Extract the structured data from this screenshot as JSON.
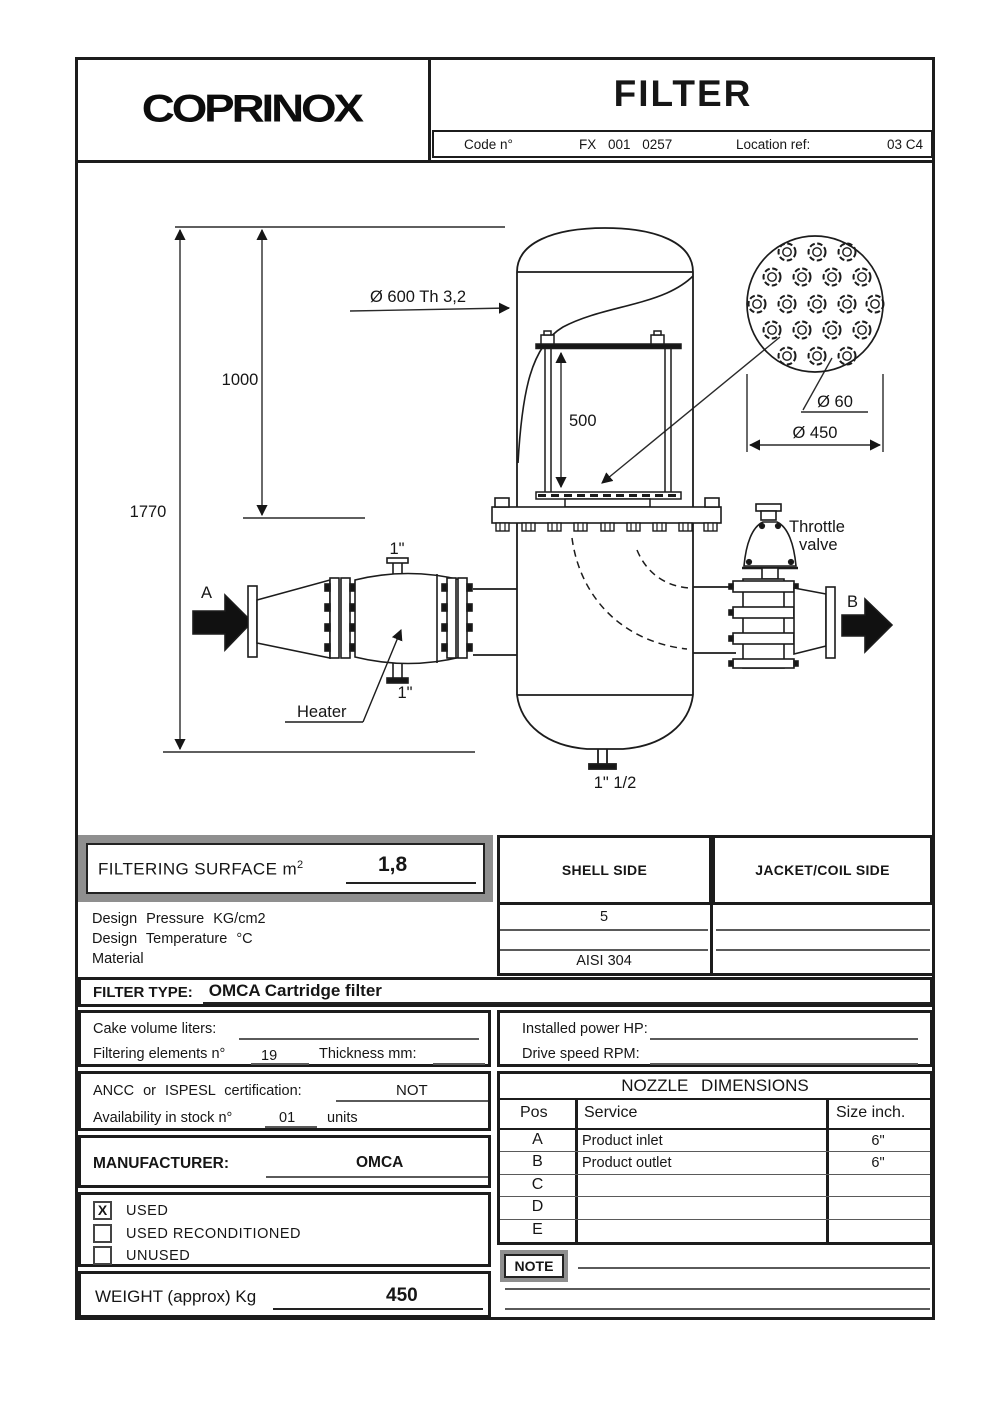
{
  "header": {
    "logo": "COPRINOX",
    "title": "FILTER",
    "code_label": "Code n°",
    "code_value": "FX 001 0257",
    "location_label": "Location ref:",
    "location_value": "03 C4"
  },
  "drawing": {
    "total_height_mm": "1770",
    "shell_height_mm": "1000",
    "cartridge_height_mm": "500",
    "shell_diameter": "Ø 600  Th 3,2",
    "hole_diameter": "Ø 60",
    "sheet_diameter": "Ø 450",
    "inlet_label": "A",
    "outlet_label": "B",
    "heater_label": "Heater",
    "throttle_label_line1": "Throttle",
    "throttle_label_line2": "valve",
    "heater_top_nozzle": "1\"",
    "heater_bottom_nozzle": "1\"",
    "drain_nozzle": "1\" 1/2"
  },
  "filtering_surface": {
    "label": "FILTERING SURFACE m",
    "sup": "2",
    "value": "1,8"
  },
  "spec_table": {
    "shell_header": "SHELL SIDE",
    "jacket_header": "JACKET/COIL SIDE",
    "rows": [
      {
        "label": "Design Pressure KG/cm2",
        "shell": "5",
        "jacket": ""
      },
      {
        "label": "Design Temperature °C",
        "shell": "",
        "jacket": ""
      },
      {
        "label": "Material",
        "shell": "AISI 304",
        "jacket": ""
      }
    ]
  },
  "filter_type": {
    "label": "FILTER TYPE:",
    "value": "OMCA Cartridge filter"
  },
  "details": {
    "cake_label": "Cake volume liters:",
    "cake_value": "",
    "elements_label": "Filtering elements n°",
    "elements_value": "19",
    "thickness_label": "Thickness mm:",
    "thickness_value": "",
    "power_label": "Installed power HP:",
    "power_value": "",
    "speed_label": "Drive speed RPM:",
    "speed_value": ""
  },
  "certification": {
    "cert_label": "ANCC or ISPESL certification:",
    "cert_value": "NOT",
    "stock_label": "Availability in stock n°",
    "stock_value": "01",
    "stock_units_label": "units"
  },
  "manufacturer": {
    "label": "MANUFACTURER:",
    "value": "OMCA"
  },
  "condition": {
    "options": [
      {
        "mark": "X",
        "label": "USED"
      },
      {
        "mark": "",
        "label": "USED RECONDITIONED"
      },
      {
        "mark": "",
        "label": "UNUSED"
      }
    ]
  },
  "weight": {
    "label": "WEIGHT (approx) Kg",
    "value": "450"
  },
  "nozzle_table": {
    "title": "NOZZLE DIMENSIONS",
    "headers": [
      "Pos",
      "Service",
      "Size inch."
    ],
    "rows": [
      {
        "pos": "A",
        "service": "Product inlet",
        "size": "6\""
      },
      {
        "pos": "B",
        "service": "Product outlet",
        "size": "6\""
      },
      {
        "pos": "C",
        "service": "",
        "size": ""
      },
      {
        "pos": "D",
        "service": "",
        "size": ""
      },
      {
        "pos": "E",
        "service": "",
        "size": ""
      }
    ]
  },
  "note": {
    "label": "NOTE"
  },
  "colors": {
    "frame_gray": "#8f8f8f",
    "line_black": "#1c1c1c"
  }
}
